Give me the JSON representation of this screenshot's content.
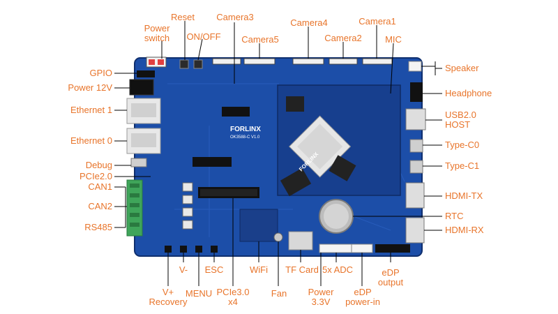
{
  "colors": {
    "accent": "#e8742a",
    "board": "#1c4ea8",
    "board_dark": "#123a82",
    "background": "#ffffff"
  },
  "board": {
    "brand": "FORLINX",
    "model": "OK3588-C V1.0",
    "brand_som": "FORLINX"
  },
  "labels": {
    "power_switch": "Power\nswitch",
    "reset": "Reset",
    "on_off": "ON/OFF",
    "camera3": "Camera3",
    "camera5": "Camera5",
    "camera4": "Camera4",
    "camera2": "Camera2",
    "camera1": "Camera1",
    "mic": "MIC",
    "gpio": "GPIO",
    "power12v": "Power 12V",
    "ethernet1": "Ethernet 1",
    "ethernet0": "Ethernet 0",
    "debug": "Debug",
    "pcie20": "PCIe2.0",
    "can1": "CAN1",
    "can2": "CAN2",
    "rs485": "RS485",
    "speaker": "Speaker",
    "headphone": "Headphone",
    "usb20host": "USB2.0\nHOST",
    "typec0": "Type-C0",
    "typec1": "Type-C1",
    "hdmitx": "HDMI-TX",
    "rtc": "RTC",
    "hdmirx": "HDMI-RX",
    "vplus_recovery": "V+\nRecovery",
    "vminus": "V-",
    "menu": "MENU",
    "esc": "ESC",
    "pcie30x4": "PCIe3.0\nx4",
    "wifi": "WiFi",
    "fan": "Fan",
    "tfcard": "TF Card",
    "power33v": "Power\n3.3V",
    "adc5x": "5x ADC",
    "edp_powerin": "eDP\npower-in",
    "edp_output": "eDP\noutput"
  }
}
